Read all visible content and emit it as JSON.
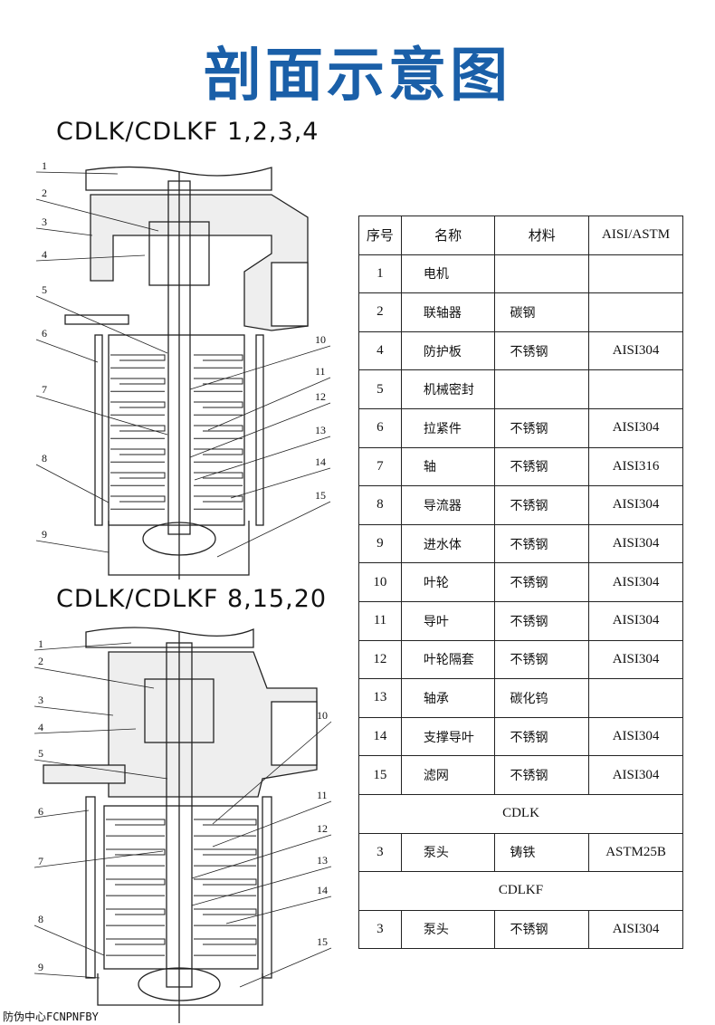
{
  "title": "剖面示意图",
  "diagram1": {
    "subtitle": "CDLK/CDLKF 1,2,3,4",
    "labels_left": [
      "1",
      "2",
      "3",
      "4",
      "5",
      "6",
      "7",
      "8",
      "9"
    ],
    "labels_right": [
      "10",
      "11",
      "12",
      "13",
      "14",
      "15"
    ]
  },
  "diagram2": {
    "subtitle": "CDLK/CDLKF 8,15,20",
    "labels_left": [
      "1",
      "2",
      "3",
      "4",
      "5",
      "6",
      "7",
      "8",
      "9"
    ],
    "labels_right": [
      "10",
      "11",
      "12",
      "13",
      "14",
      "15"
    ]
  },
  "table": {
    "headers": [
      "序号",
      "名称",
      "材料",
      "AISI/ASTM"
    ],
    "rows": [
      [
        "1",
        "电机",
        "",
        ""
      ],
      [
        "2",
        "联轴器",
        "碳钢",
        ""
      ],
      [
        "4",
        "防护板",
        "不锈钢",
        "AISI304"
      ],
      [
        "5",
        "机械密封",
        "",
        ""
      ],
      [
        "6",
        "拉紧件",
        "不锈钢",
        "AISI304"
      ],
      [
        "7",
        "轴",
        "不锈钢",
        "AISI316"
      ],
      [
        "8",
        "导流器",
        "不锈钢",
        "AISI304"
      ],
      [
        "9",
        "进水体",
        "不锈钢",
        "AISI304"
      ],
      [
        "10",
        "叶轮",
        "不锈钢",
        "AISI304"
      ],
      [
        "11",
        "导叶",
        "不锈钢",
        "AISI304"
      ],
      [
        "12",
        "叶轮隔套",
        "不锈钢",
        "AISI304"
      ],
      [
        "13",
        "轴承",
        "碳化钨",
        ""
      ],
      [
        "14",
        "支撑导叶",
        "不锈钢",
        "AISI304"
      ],
      [
        "15",
        "滤网",
        "不锈钢",
        "AISI304"
      ]
    ],
    "section_cdlk": "CDLK",
    "row_cdlk": [
      "3",
      "泵头",
      "铸铁",
      "ASTM25B"
    ],
    "section_cdlkf": "CDLKF",
    "row_cdlkf": [
      "3",
      "泵头",
      "不锈钢",
      "AISI304"
    ]
  },
  "watermark": "防伪中心FCNPNFBY",
  "colors": {
    "title": "#1a5fa8"
  }
}
